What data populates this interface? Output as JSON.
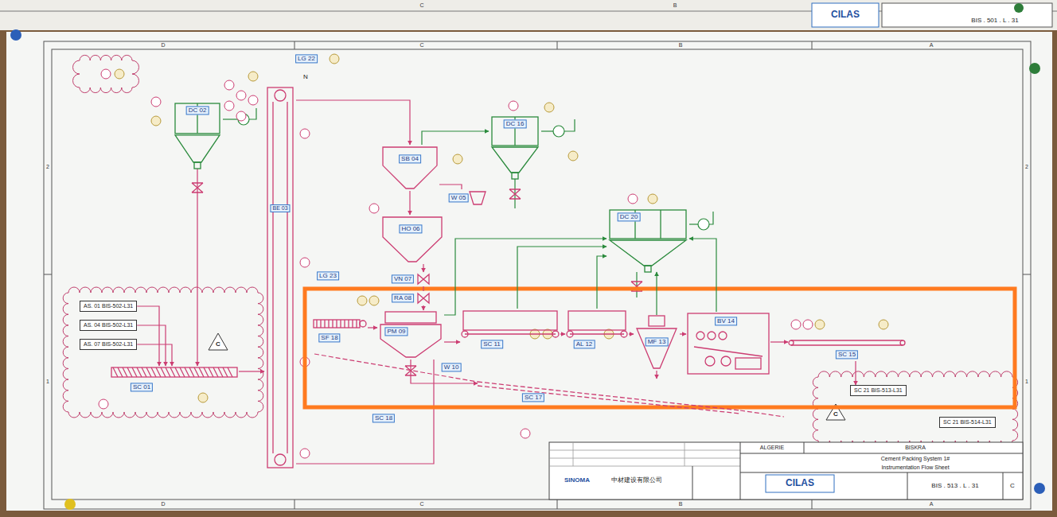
{
  "diagram": {
    "nodes": [
      {
        "text": [
          "SC 01"
        ]
      },
      {
        "text": [
          "DC 02"
        ]
      },
      {
        "text": [
          "BE 03"
        ]
      },
      {
        "text": [
          "SB 04"
        ]
      },
      {
        "text": [
          "W 05"
        ]
      },
      {
        "text": [
          "HO 06"
        ]
      },
      {
        "text": [
          "DC 16"
        ]
      },
      {
        "text": [
          "VN 07"
        ]
      },
      {
        "text": [
          "RA 08"
        ]
      },
      {
        "text": [
          "PM 09"
        ]
      },
      {
        "text": [
          "SF 18"
        ]
      },
      {
        "text": [
          "SC 11"
        ]
      },
      {
        "text": [
          "AL 12"
        ]
      },
      {
        "text": [
          "MF 13"
        ]
      },
      {
        "text": [
          "BV 14"
        ]
      },
      {
        "text": [
          "SC 15"
        ]
      },
      {
        "text": [
          "DC 20"
        ]
      },
      {
        "text": [
          "SC 17"
        ]
      },
      {
        "text": [
          "AS. 01 BIS-502-L31"
        ]
      },
      {
        "text": [
          "AS. 04 BIS-502-L31"
        ]
      },
      {
        "text": [
          "AS. 07 BIS-502-L31"
        ]
      },
      {
        "text": [
          "SC 21 BIS-513-L31"
        ]
      },
      {
        "text": [
          "SC 21 BIS-514-L31"
        ]
      }
    ],
    "edges": [
      {
        "from": 0,
        "to": 2,
        "arrow": "to"
      },
      {
        "from": 1,
        "to": 0,
        "arrow": "to"
      },
      {
        "from": 2,
        "to": 3,
        "arrow": "to"
      },
      {
        "from": 3,
        "to": 5,
        "arrow": "to"
      },
      {
        "from": 3,
        "to": 4,
        "arrow": "none"
      },
      {
        "from": 3,
        "to": 6,
        "arrow": "to"
      },
      {
        "from": 5,
        "to": 7,
        "arrow": "to"
      },
      {
        "from": 7,
        "to": 8,
        "arrow": "none"
      },
      {
        "from": 8,
        "to": 9,
        "arrow": "to"
      },
      {
        "from": 10,
        "to": 9,
        "arrow": "to"
      },
      {
        "from": 9,
        "to": 11,
        "arrow": "to"
      },
      {
        "from": 11,
        "to": 12,
        "arrow": "to"
      },
      {
        "from": 12,
        "to": 13,
        "arrow": "to"
      },
      {
        "from": 13,
        "to": 14,
        "arrow": "to"
      },
      {
        "from": 14,
        "to": 15,
        "arrow": "to"
      },
      {
        "from": 15,
        "to": 21,
        "arrow": "to"
      },
      {
        "from": 9,
        "to": 16,
        "arrow": "to"
      },
      {
        "from": 11,
        "to": 16,
        "arrow": "to"
      },
      {
        "from": 12,
        "to": 16,
        "arrow": "to"
      },
      {
        "from": 13,
        "to": 16,
        "arrow": "to"
      },
      {
        "from": 14,
        "to": 16,
        "arrow": "to"
      },
      {
        "from": 9,
        "to": 17,
        "arrow": "to"
      },
      {
        "from": 13,
        "to": 17,
        "arrow": "to"
      },
      {
        "from": 18,
        "to": 0,
        "arrow": "to"
      },
      {
        "from": 19,
        "to": 0,
        "arrow": "to"
      },
      {
        "from": 20,
        "to": 0,
        "arrow": "to"
      }
    ],
    "labels": [
      "CILAS",
      "BIS . 501 . L . 31",
      "C",
      "B",
      "D",
      "C",
      "B",
      "A",
      "D",
      "C",
      "B",
      "A",
      "2",
      "1",
      "2",
      "1",
      "LG 22",
      "LG 23",
      "N",
      "SC 18",
      "W 10",
      "C",
      "C",
      "ALGERIE",
      "BISKRA",
      "Cement Packing System 1#",
      "Instrumentation Flow Sheet",
      "SINOMA",
      "中材建设有限公司",
      "CILAS",
      "BIS . 513 . L . 31",
      "C"
    ]
  }
}
